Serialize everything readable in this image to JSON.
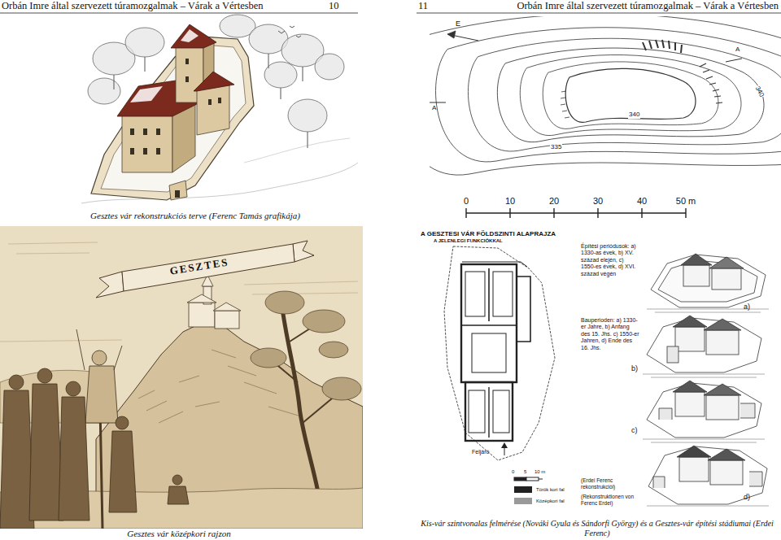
{
  "diagram": {
    "caption": "Kis-vár szintvonalas felmérése (Nováki Gyula és Sándorfi György) és a Gesztes-vár építési stádiumai (Erdei Ferenc)",
    "labels": [
      "Orbán Imre által szervezett túramozgalmak – Várak a Vértesben",
      "10",
      "11",
      "Orbán Imre által szervezett túramozgalmak – Várak a Vértesben",
      "Gesztes vár rekonstrukciós terve (Ferenc Tamás grafikája)",
      "GESZTES",
      "Gesztes vár középkori rajzon",
      "E",
      "A",
      "A",
      "340",
      "340",
      "335",
      "0",
      "10",
      "20",
      "30",
      "40",
      "50 m",
      "A GESZTESI VÁR FÖLDSZINTI ALAPRAJZA",
      "A JELENLEGI FUNKCIÓKKAL",
      "Építési periódusok: a) 1330-as évek, b) XV. század elején, c) 1550-es évek, d) XVI. század végén",
      "Bauperioden: a) 1330-er Jahre, b) Anfang des 15. Jhs. c) 1550-er Jahren, d) Ende des 16. Jhs.",
      "a)",
      "b)",
      "c)",
      "d)",
      "Feljáró",
      "0",
      "5",
      "10 m",
      "(Erdei Ferenc rekonstrukciói)",
      "(Rekonstruktionen von Ferenc Erdei)"
    ],
    "legend": [
      {
        "text": "Török kori fal",
        "color": "#222222"
      },
      {
        "text": "Középkori fal",
        "color": "#9a9a9a"
      }
    ]
  }
}
